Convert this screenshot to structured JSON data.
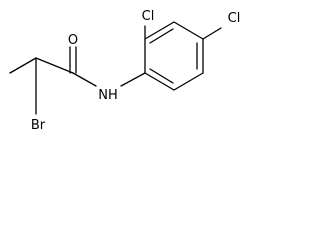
{
  "structure": {
    "atoms": {
      "oxygen": "O",
      "nitrogen_hydrogen": "NH",
      "bromine": "Br",
      "chlorine_ortho": "Cl",
      "chlorine_para": "Cl"
    },
    "colors": {
      "bond": "#000000",
      "label": "#000000",
      "background": "#ffffff"
    }
  }
}
